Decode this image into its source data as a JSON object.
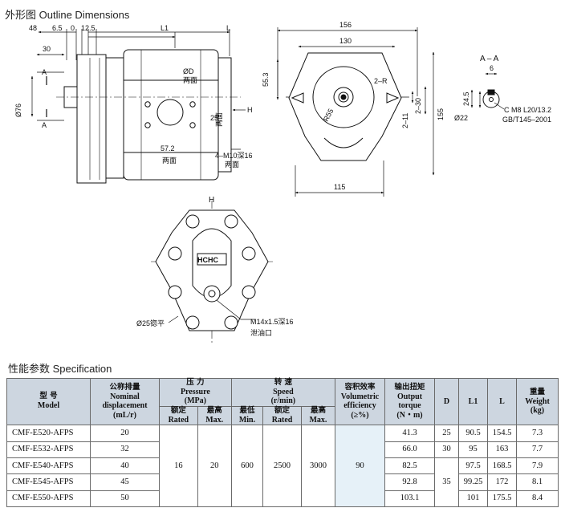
{
  "headings": {
    "outline": "外形图   Outline Dimensions",
    "spec": "性能参数   Specification"
  },
  "side_view": {
    "d48": "48",
    "d65": "6.5",
    "d0": "0",
    "d125": "12.5",
    "l1": "L1",
    "l": "L",
    "d30": "30",
    "a_top": "A",
    "a_bottom": "A",
    "shaft_dia": "Ø76",
    "od": "ØD",
    "both_sides_1": "两面",
    "d25": "25",
    "both_sides_2": "两面",
    "d572": "57.2",
    "both_sides_3": "两面",
    "thread": "4–M10深16",
    "both_sides_4": "两面",
    "h": "H"
  },
  "end_view": {
    "d156": "156",
    "d130": "130",
    "d553": "55.3",
    "r2": "2–R",
    "r55": "R55",
    "d230": "2–30",
    "d211": "2–11",
    "d155": "155",
    "d115": "115"
  },
  "section": {
    "title": "A – A",
    "key": "6",
    "d245": "24.5",
    "d22": "Ø22",
    "spline": "C M8 L20/13.2",
    "std": "GB/T145–2001"
  },
  "front_view": {
    "h": "H",
    "brand": "HCHC",
    "port": "Ø25锪平",
    "thread": "M14x1.5深16",
    "drain": "泄油口"
  },
  "table": {
    "headers": {
      "model": "型   号",
      "model_en": "Model",
      "displacement": "公称排量",
      "displacement_en": "Nominal displacement",
      "displacement_unit": "(mL/r)",
      "pressure": "压  力",
      "pressure_en": "Pressure",
      "pressure_unit": "(MPa)",
      "p_rated": "额定",
      "p_rated_en": "Rated",
      "p_max": "最高",
      "p_max_en": "Max.",
      "speed": "转  速",
      "speed_en": "Speed",
      "speed_unit": "(r/min)",
      "s_min": "最低",
      "s_min_en": "Min.",
      "s_rated": "额定",
      "s_rated_en": "Rated",
      "s_max": "最高",
      "s_max_en": "Max.",
      "efficiency": "容积效率",
      "efficiency_en": "Volumetric efficiency",
      "efficiency_unit": "(≥%)",
      "torque": "输出扭矩",
      "torque_en": "Output torque",
      "torque_unit": "(N・m)",
      "d": "D",
      "l1": "L1",
      "l": "L",
      "weight": "重量",
      "weight_en": "Weight",
      "weight_unit": "(kg)"
    },
    "shared": {
      "p_rated": "16",
      "p_max": "20",
      "s_min": "600",
      "s_rated": "2500",
      "s_max": "3000",
      "efficiency": "90"
    },
    "rows": [
      {
        "model": "CMF-E520-AFPS",
        "disp": "20",
        "torque": "41.3",
        "d": "25",
        "l1": "90.5",
        "l": "154.5",
        "weight": "7.3"
      },
      {
        "model": "CMF-E532-AFPS",
        "disp": "32",
        "torque": "66.0",
        "d": "30",
        "l1": "95",
        "l": "163",
        "weight": "7.7"
      },
      {
        "model": "CMF-E540-AFPS",
        "disp": "40",
        "torque": "82.5",
        "l1": "97.5",
        "l": "168.5",
        "weight": "7.9"
      },
      {
        "model": "CMF-E545-AFPS",
        "disp": "45",
        "torque": "92.8",
        "d": "35",
        "l1": "99.25",
        "l": "172",
        "weight": "8.1"
      },
      {
        "model": "CMF-E550-AFPS",
        "disp": "50",
        "torque": "103.1",
        "l1": "101",
        "l": "175.5",
        "weight": "8.4"
      }
    ]
  }
}
